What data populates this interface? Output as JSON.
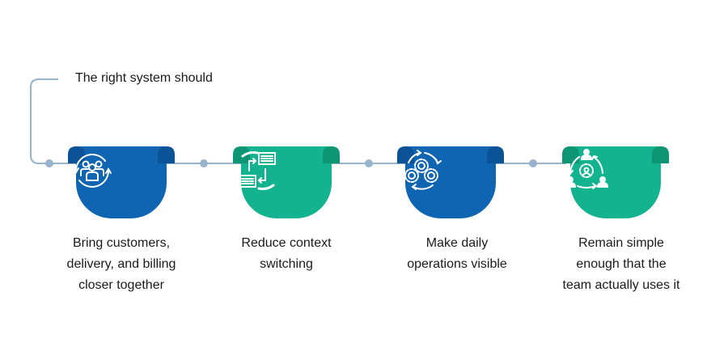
{
  "heading": "The right system should",
  "colors": {
    "blue": "#0f65b2",
    "blue_dark": "#0b5397",
    "green": "#14b38f",
    "green_dark": "#0e9674",
    "line": "#98b3cc",
    "text": "#1a1a1a"
  },
  "steps": [
    {
      "label": "Bring customers, delivery, and billing closer together",
      "lines": [
        "Bring customers,",
        "delivery, and billing",
        "closer together"
      ],
      "icon": "people-cycle-icon",
      "color": "blue"
    },
    {
      "label": "Reduce context switching",
      "lines": [
        "Reduce context",
        "switching"
      ],
      "icon": "document-swap-icon",
      "color": "green"
    },
    {
      "label": "Make daily operations visible",
      "lines": [
        "Make daily",
        "operations visible"
      ],
      "icon": "gears-cycle-icon",
      "color": "blue"
    },
    {
      "label": "Remain simple enough that the team actually uses it",
      "lines": [
        "Remain simple",
        "enough that the",
        "team actually uses it"
      ],
      "icon": "team-gear-cycle-icon",
      "color": "green"
    }
  ]
}
